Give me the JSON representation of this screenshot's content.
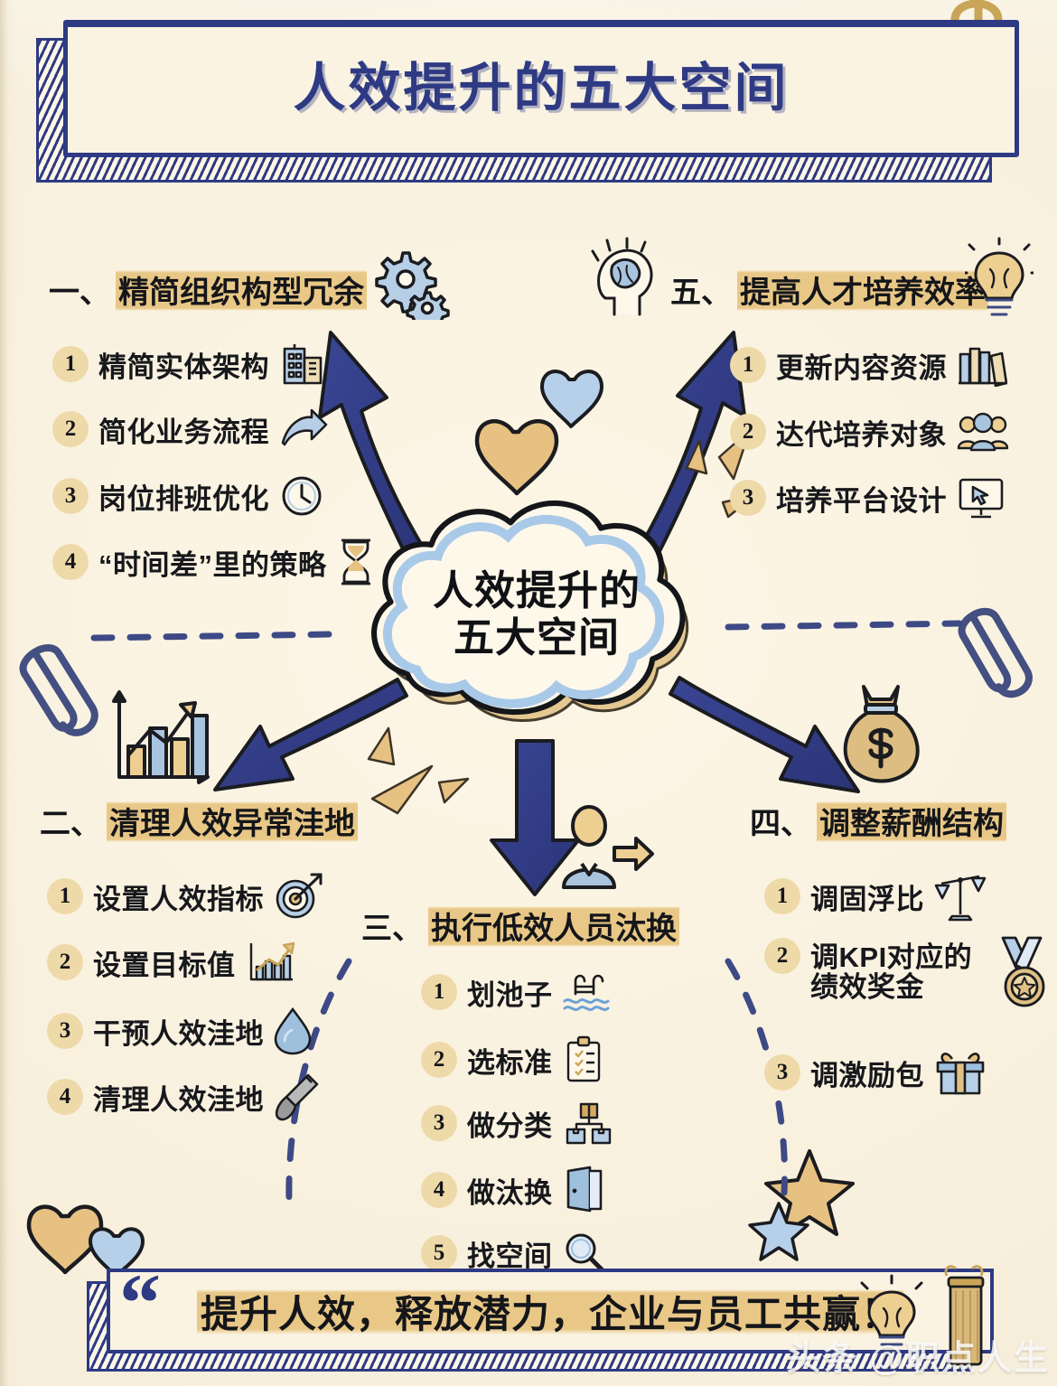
{
  "page": {
    "title": "人效提升的五大空间",
    "background_color": "#f8f0dd",
    "accent_navy": "#2e3a83",
    "accent_gold": "#e9c887",
    "accent_blue": "#a8c6e4"
  },
  "center": {
    "label": "人效提升的\n五大空间",
    "shape": "cloud"
  },
  "sections": [
    {
      "id": "section-1",
      "position": "top-left",
      "number": "一、",
      "heading": "精简组织构型冗余",
      "header_icon": "gears-icon",
      "items": [
        {
          "n": "1",
          "label": "精简实体架构",
          "icon": "office-building-icon"
        },
        {
          "n": "2",
          "label": "简化业务流程",
          "icon": "curved-arrow-icon"
        },
        {
          "n": "3",
          "label": "岗位排班优化",
          "icon": "clock-icon"
        },
        {
          "n": "4",
          "label": "“时间差”里的策略",
          "icon": "hourglass-icon"
        }
      ]
    },
    {
      "id": "section-5",
      "position": "top-right",
      "number": "五、",
      "heading": "提高人才培养效率",
      "header_icon": "brain-head-icon",
      "header_icon_right": "lightbulb-icon",
      "items": [
        {
          "n": "1",
          "label": "更新内容资源",
          "icon": "books-icon"
        },
        {
          "n": "2",
          "label": "达代培养对象",
          "icon": "group-people-icon"
        },
        {
          "n": "3",
          "label": "培养平台设计",
          "icon": "monitor-cursor-icon"
        }
      ]
    },
    {
      "id": "section-2",
      "position": "mid-left",
      "number": "二、",
      "heading": "清理人效异常洼地",
      "header_icon": "bar-chart-growth-icon",
      "items": [
        {
          "n": "1",
          "label": "设置人效指标",
          "icon": "target-dart-icon"
        },
        {
          "n": "2",
          "label": "设置目标值",
          "icon": "chart-rising-icon"
        },
        {
          "n": "3",
          "label": "干预人效洼地",
          "icon": "water-drop-icon"
        },
        {
          "n": "4",
          "label": "清理人效洼地",
          "icon": "shovel-icon"
        }
      ]
    },
    {
      "id": "section-3",
      "position": "bottom-center",
      "number": "三、",
      "heading": "执行低效人员汰换",
      "header_icon": "person-exit-icon",
      "items": [
        {
          "n": "1",
          "label": "划池子",
          "icon": "swimming-pool-icon"
        },
        {
          "n": "2",
          "label": "选标准",
          "icon": "clipboard-checklist-icon"
        },
        {
          "n": "3",
          "label": "做分类",
          "icon": "sorting-boxes-icon"
        },
        {
          "n": "4",
          "label": "做汰换",
          "icon": "open-door-icon"
        },
        {
          "n": "5",
          "label": "找空间",
          "icon": "magnifier-icon"
        }
      ]
    },
    {
      "id": "section-4",
      "position": "mid-right",
      "number": "四、",
      "heading": "调整薪酬结构",
      "header_icon": "money-bag-icon",
      "items": [
        {
          "n": "1",
          "label": "调固浮比",
          "icon": "balance-scale-icon"
        },
        {
          "n": "2",
          "label": "调KPI对应的绩效奖金",
          "icon": "medal-icon"
        },
        {
          "n": "3",
          "label": "调激励包",
          "icon": "gift-box-icon"
        }
      ]
    }
  ],
  "banner": {
    "quote_mark": "“",
    "text": "提升人效，释放潜力，企业与员工共赢！",
    "icons": [
      "lightbulb-icon",
      "bookmark-tassel-icon"
    ]
  },
  "watermark": {
    "text": "头条 @职点人生"
  },
  "decorations": [
    {
      "name": "paperclip-gold-icon",
      "position": "top-right"
    },
    {
      "name": "paperclip-navy-icon",
      "position": "mid-left"
    },
    {
      "name": "paperclip-navy-icon",
      "position": "mid-right"
    },
    {
      "name": "heart-gold-icon",
      "position": "center-top"
    },
    {
      "name": "heart-blue-icon",
      "position": "center-top-right"
    },
    {
      "name": "heart-gold-icon",
      "position": "bottom-left"
    },
    {
      "name": "heart-blue-icon",
      "position": "bottom-left"
    },
    {
      "name": "star-gold-icon",
      "position": "bottom-right"
    },
    {
      "name": "star-blue-icon",
      "position": "bottom-right"
    },
    {
      "name": "dashed-line-icon",
      "position": "mid-left"
    },
    {
      "name": "dashed-line-icon",
      "position": "mid-right"
    },
    {
      "name": "dashed-curve-icon",
      "position": "bottom-center-left"
    },
    {
      "name": "dashed-curve-icon",
      "position": "bottom-center-right"
    },
    {
      "name": "spark-burst-gold-icon",
      "position": "around-cloud"
    },
    {
      "name": "arrow-navy-icon",
      "position": "radiating-from-cloud",
      "count": 5
    }
  ]
}
